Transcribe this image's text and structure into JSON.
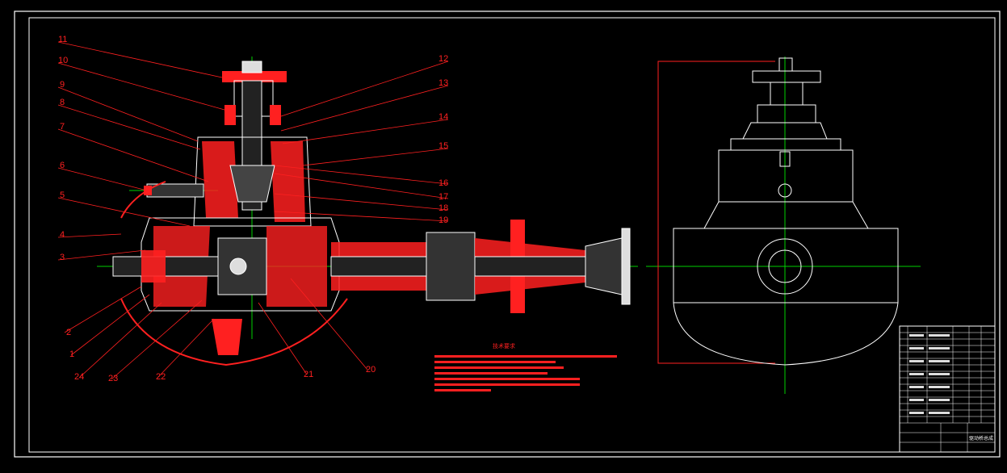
{
  "drawing": {
    "colors": {
      "background": "#000000",
      "frame": "#ffffff",
      "section_hatch": "#ff2020",
      "leader": "#ff2020",
      "outline": "#ffffff",
      "centerline": "#00d000"
    },
    "part_numbers": [
      "1",
      "2",
      "3",
      "4",
      "5",
      "6",
      "7",
      "8",
      "9",
      "10",
      "11",
      "12",
      "13",
      "14",
      "15",
      "16",
      "17",
      "18",
      "19",
      "20",
      "21",
      "22",
      "23",
      "24"
    ],
    "notes_title": "技术要求",
    "title_block_label": "驱动桥总成"
  }
}
